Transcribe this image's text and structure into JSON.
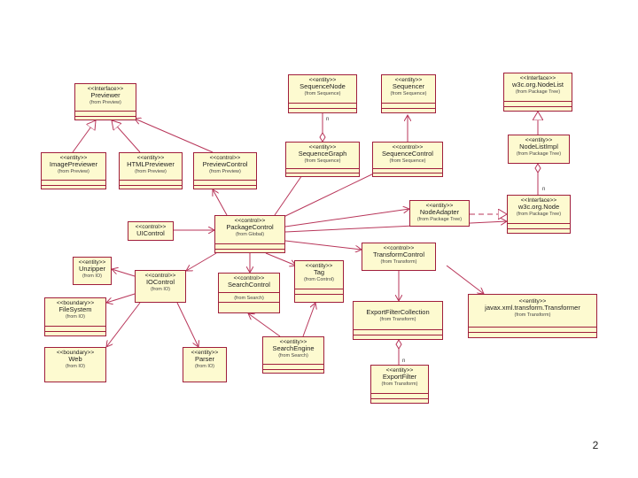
{
  "classes": {
    "previewer": {
      "stereotype": "<<Interface>>",
      "name": "Previewer",
      "from": "(from Preview)"
    },
    "image_previewer": {
      "stereotype": "<<entity>>",
      "name": "ImagePreviewer",
      "from": "(from Preview)"
    },
    "html_previewer": {
      "stereotype": "<<entity>>",
      "name": "HTMLPreviewer",
      "from": "(from Preview)"
    },
    "preview_control": {
      "stereotype": "<<control>>",
      "name": "PreviewControl",
      "from": "(from Preview)"
    },
    "sequence_node": {
      "stereotype": "<<entity>>",
      "name": "SequenceNode",
      "from": "(from Sequence)"
    },
    "sequencer": {
      "stereotype": "<<entity>>",
      "name": "Sequencer",
      "from": "(from Sequence)"
    },
    "sequence_graph": {
      "stereotype": "<<entity>>",
      "name": "SequenceGraph",
      "from": "(from Sequence)"
    },
    "sequence_control": {
      "stereotype": "<<control>>",
      "name": "SequenceControl",
      "from": "(from Sequence)"
    },
    "node_list": {
      "stereotype": "<<Interface>>",
      "name": "w3c.org.NodeList",
      "from": "(from Package Tree)"
    },
    "node_list_impl": {
      "stereotype": "<<entity>>",
      "name": "NodeListImpl",
      "from": "(from Package Tree)"
    },
    "w3c_node": {
      "stereotype": "<<Interface>>",
      "name": "w3c.org.Node",
      "from": "(from Package Tree)"
    },
    "node_adapter": {
      "stereotype": "<<entity>>",
      "name": "NodeAdapter",
      "from": "(from Package Tree)"
    },
    "ui_control": {
      "stereotype": "<<control>>",
      "name": "UIControl",
      "from": ""
    },
    "package_control": {
      "stereotype": "<<control>>",
      "name": "PackageControl",
      "from": "(from Global)"
    },
    "transform_control": {
      "stereotype": "<<control>>",
      "name": "TransformControl",
      "from": "(from Transform)"
    },
    "unzipper": {
      "stereotype": "<<entity>>",
      "name": "Unzipper",
      "from": "(from IO)"
    },
    "io_control": {
      "stereotype": "<<control>>",
      "name": "IOControl",
      "from": "(from IO)"
    },
    "file_system": {
      "stereotype": "<<boundary>>",
      "name": "FileSystem",
      "from": "(from IO)"
    },
    "web": {
      "stereotype": "<<boundary>>",
      "name": "Web",
      "from": "(from IO)"
    },
    "parser": {
      "stereotype": "<<entity>>",
      "name": "Parser",
      "from": "(from IO)"
    },
    "search_control": {
      "stereotype": "<<control>>",
      "name": "SearchControl",
      "from": "(from Search)"
    },
    "tag": {
      "stereotype": "<<entity>>",
      "name": "Tag",
      "from": "(from Control)"
    },
    "search_engine": {
      "stereotype": "<<entity>>",
      "name": "SearchEngine",
      "from": "(from Search)"
    },
    "export_filter_collection": {
      "stereotype": "",
      "name": "ExportFilterCollection",
      "from": "(from Transform)"
    },
    "export_filter": {
      "stereotype": "<<entity>>",
      "name": "ExportFilter",
      "from": "(from Transform)"
    },
    "transformer": {
      "stereotype": "<<entity>>",
      "name": "javax.xml.transform.Transformer",
      "from": "(from Transform)"
    }
  },
  "multiplicities": {
    "m1": "n",
    "m2": "n",
    "m3": "n"
  },
  "page_number": "2",
  "colors": {
    "box_fill": "#fdfad0",
    "box_border": "#a01e3c",
    "line": "#b8365a"
  }
}
